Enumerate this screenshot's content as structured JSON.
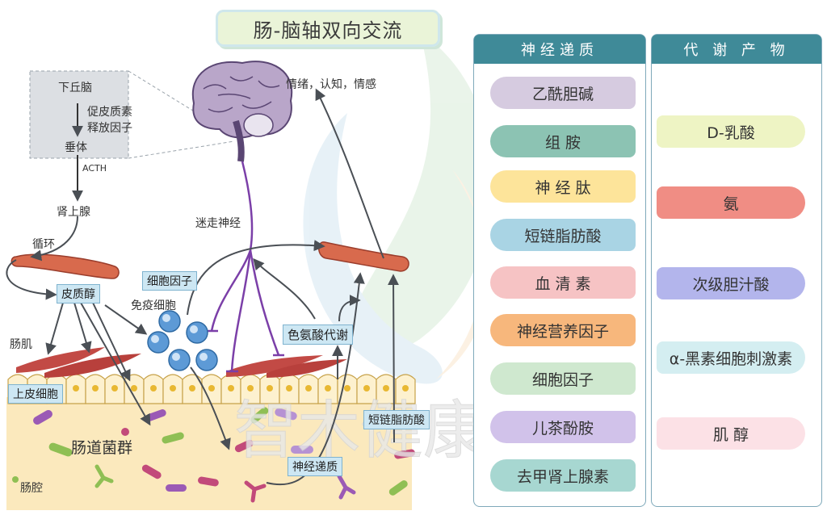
{
  "title": "肠-脑轴双向交流",
  "labels": {
    "hypothalamus": "下丘脑",
    "crh_line1": "促皮质素",
    "crh_line2": "释放因子",
    "pituitary": "垂体",
    "acth": "ACTH",
    "adrenal": "肾上腺",
    "circulation": "循环",
    "cortisol": "皮质醇",
    "cytokine_box": "细胞因子",
    "immune_cells": "免疫细胞",
    "gut_muscle": "肠肌",
    "epithelium": "上皮细胞",
    "microbiota": "肠道菌群",
    "lumen": "肠腔",
    "vagus": "迷走神经",
    "emotion": "情绪，认知，情感",
    "tryptophan": "色氨酸代谢",
    "scfa_box": "短链脂肪酸",
    "neurotransmitter_box": "神经递质"
  },
  "panels": {
    "neurotransmitters": {
      "header": "神经递质",
      "items": [
        {
          "label": "乙酰胆碱",
          "color": "#d6cbe0"
        },
        {
          "label": "组 胺",
          "color": "#8cc3b3"
        },
        {
          "label": "神 经 肽",
          "color": "#fde49a"
        },
        {
          "label": "短链脂肪酸",
          "color": "#a9d4e4"
        },
        {
          "label": "血 清 素",
          "color": "#f6c3c4"
        },
        {
          "label": "神经营养因子",
          "color": "#f7b77c"
        },
        {
          "label": "细胞因子",
          "color": "#cfe8cf"
        },
        {
          "label": "儿茶酚胺",
          "color": "#d1c2ea"
        },
        {
          "label": "去甲肾上腺素",
          "color": "#a7d7d1"
        }
      ]
    },
    "metabolites": {
      "header": "代 谢 产 物",
      "items": [
        {
          "label": "D-乳酸",
          "color": "#eef4c4"
        },
        {
          "label": "氨",
          "color": "#f08d84"
        },
        {
          "label": "次级胆汁酸",
          "color": "#b3b5ec"
        },
        {
          "label": "α-黑素细胞刺激素",
          "color": "#d4eef1"
        },
        {
          "label": "肌 醇",
          "color": "#fce1e6"
        }
      ]
    }
  },
  "watermark": "智木健康"
}
